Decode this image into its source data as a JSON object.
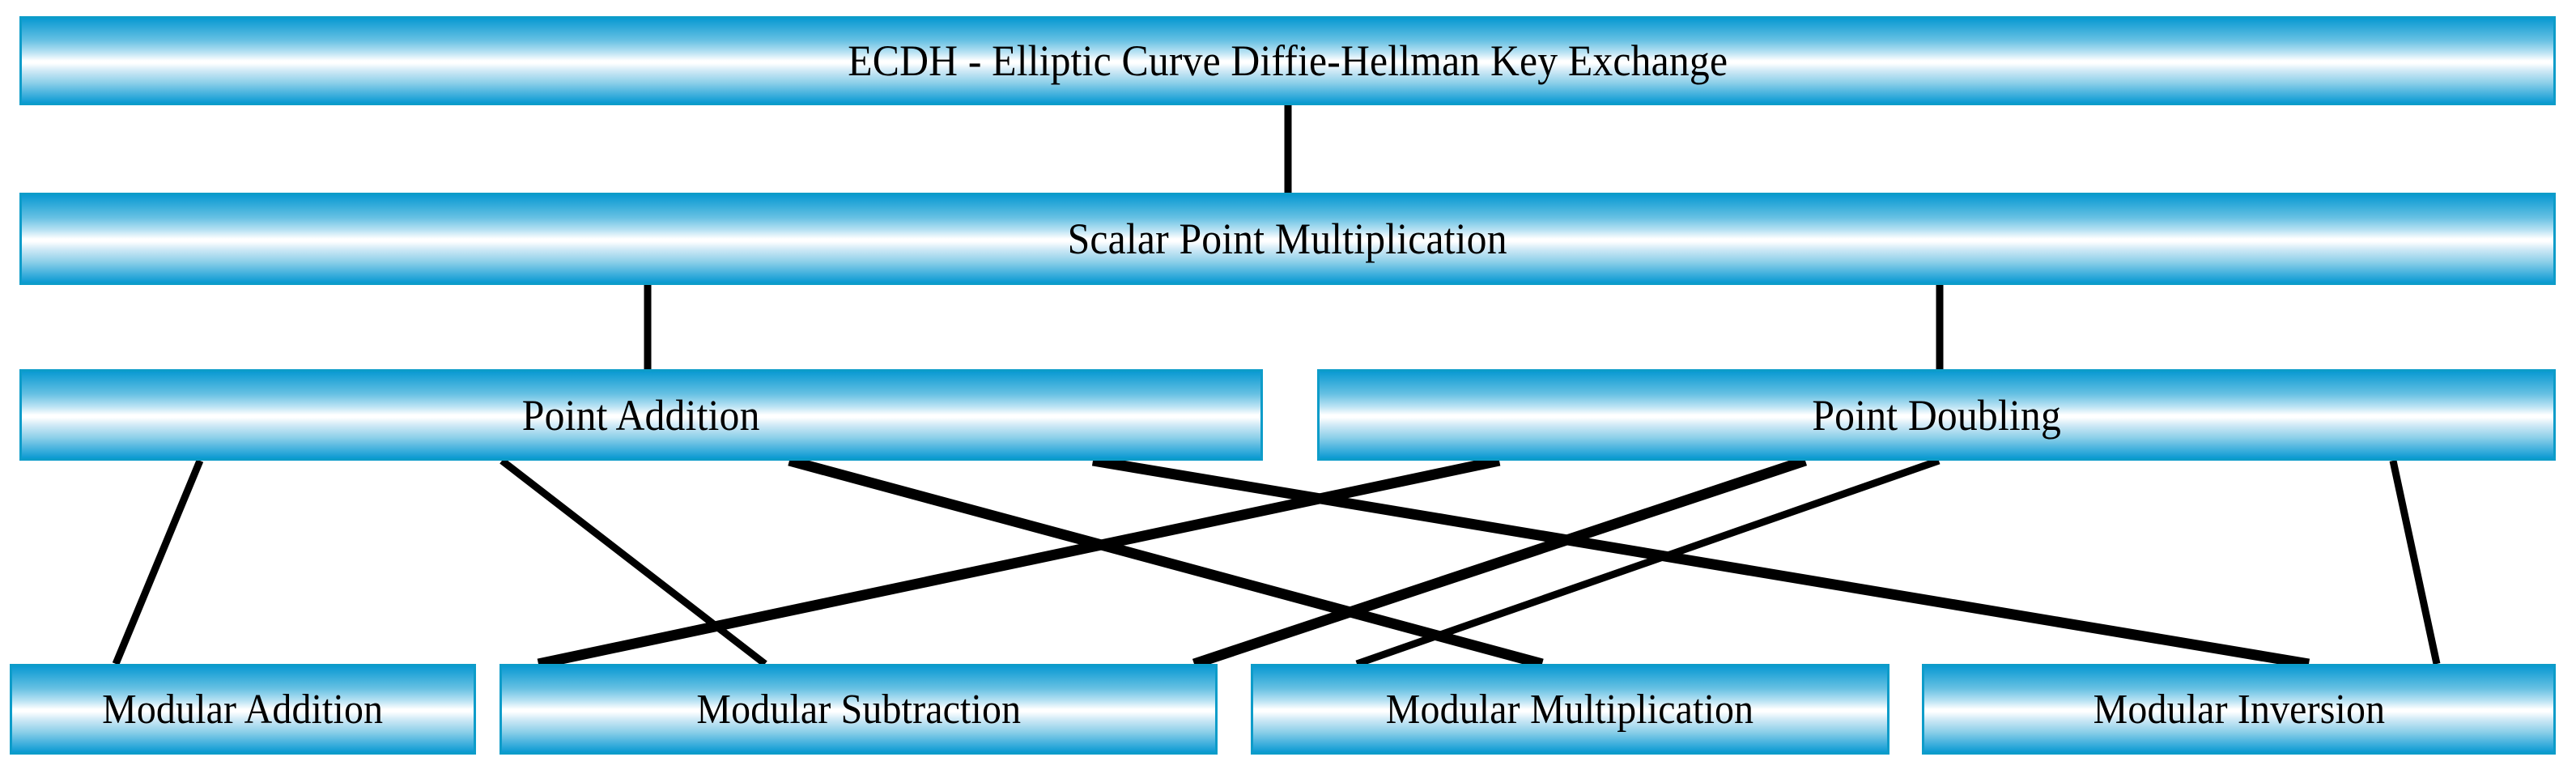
{
  "diagram": {
    "type": "hierarchy-tree",
    "title_text": "ECDH - Elliptic Curve Diffie-Hellman Key Exchange",
    "colors": {
      "node_border": "#0d9cc9",
      "node_gradient_edge": "#0b9ad2",
      "node_gradient_center": "#ffffff",
      "connector": "#000000",
      "text": "#000000",
      "background": "#ffffff"
    },
    "levels": [
      {
        "level": 1,
        "nodes": [
          {
            "id": "ecdh",
            "label": "ECDH - Elliptic Curve Diffie-Hellman Key Exchange",
            "font_size": "54px"
          }
        ]
      },
      {
        "level": 2,
        "nodes": [
          {
            "id": "scalar",
            "label": "Scalar Point Multiplication",
            "font_size": "54px"
          }
        ]
      },
      {
        "level": 3,
        "nodes": [
          {
            "id": "point_add",
            "label": "Point Addition",
            "font_size": "54px"
          },
          {
            "id": "point_dbl",
            "label": "Point Doubling",
            "font_size": "54px"
          }
        ]
      },
      {
        "level": 4,
        "nodes": [
          {
            "id": "mod_add",
            "label": "Modular Addition",
            "font_size": "52px"
          },
          {
            "id": "mod_sub",
            "label": "Modular Subtraction",
            "font_size": "52px"
          },
          {
            "id": "mod_mul",
            "label": "Modular Multiplication",
            "font_size": "52px"
          },
          {
            "id": "mod_inv",
            "label": "Modular Inversion",
            "font_size": "52px"
          }
        ]
      }
    ],
    "edges": [
      {
        "from": "ecdh",
        "to": "scalar"
      },
      {
        "from": "scalar",
        "to": "point_add"
      },
      {
        "from": "scalar",
        "to": "point_dbl"
      },
      {
        "from": "point_add",
        "to": "mod_add"
      },
      {
        "from": "point_add",
        "to": "mod_sub"
      },
      {
        "from": "point_add",
        "to": "mod_mul"
      },
      {
        "from": "point_add",
        "to": "mod_inv"
      },
      {
        "from": "point_dbl",
        "to": "mod_add"
      },
      {
        "from": "point_dbl",
        "to": "mod_sub"
      },
      {
        "from": "point_dbl",
        "to": "mod_mul"
      },
      {
        "from": "point_dbl",
        "to": "mod_inv"
      }
    ]
  }
}
